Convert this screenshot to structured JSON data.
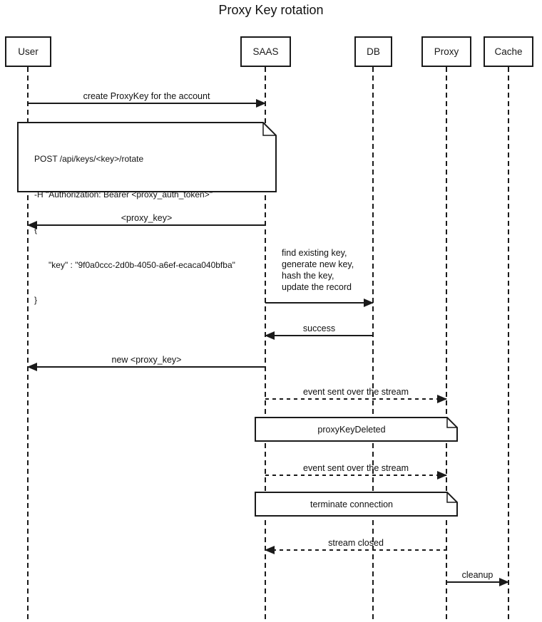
{
  "title": "Proxy Key rotation",
  "colors": {
    "line": "#1a1a1a",
    "background": "#ffffff"
  },
  "actors": [
    {
      "name": "User"
    },
    {
      "name": "SAAS"
    },
    {
      "name": "DB"
    },
    {
      "name": "Proxy"
    },
    {
      "name": "Cache"
    }
  ],
  "messages": [
    {
      "label": "create ProxyKey for the account",
      "from": "User",
      "to": "SAAS",
      "line": "solid"
    },
    {
      "label": "<proxy_key>",
      "from": "SAAS",
      "to": "User",
      "line": "solid"
    },
    {
      "label": "find existing key,\ngenerate new key,\nhash the key,\nupdate the record",
      "from": "SAAS",
      "to": "DB",
      "line": "solid"
    },
    {
      "label": "success",
      "from": "DB",
      "to": "SAAS",
      "line": "solid"
    },
    {
      "label": "new <proxy_key>",
      "from": "SAAS",
      "to": "User",
      "line": "solid"
    },
    {
      "label": "event sent over the stream",
      "from": "SAAS",
      "to": "Proxy",
      "line": "dashed"
    },
    {
      "label": "event sent over the stream",
      "from": "SAAS",
      "to": "Proxy",
      "line": "dashed"
    },
    {
      "label": "stream closed",
      "from": "Proxy",
      "to": "SAAS",
      "line": "dashed"
    },
    {
      "label": "cleanup",
      "from": "Proxy",
      "to": "Cache",
      "line": "solid"
    }
  ],
  "notes": [
    {
      "lines": [
        "POST /api/keys/<key>/rotate",
        "-H \"Authorization: Bearer <proxy_auth_token>\"",
        "{",
        "      \"key\" : \"9f0a0ccc-2d0b-4050-a6ef-ecaca040bfba\"",
        "}"
      ]
    },
    {
      "text": "proxyKeyDeleted"
    },
    {
      "text": "terminate connection"
    }
  ]
}
